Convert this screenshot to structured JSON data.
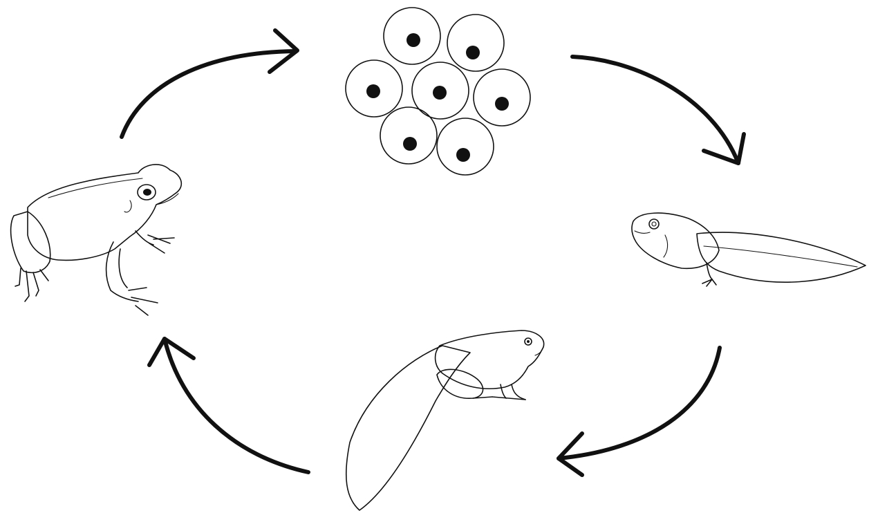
{
  "diagram": {
    "kind": "life-cycle",
    "subject": "frog",
    "stage_order": [
      "egg-cluster",
      "tadpole",
      "froglet",
      "adult-frog"
    ],
    "cycle_direction": "clockwise",
    "arrow_count": 4,
    "egg_count": 7,
    "colors": {
      "background": "#ffffff",
      "line": "#111111",
      "arrow": "#111111",
      "egg_nucleus": "#111111",
      "fill": "#ffffff"
    }
  }
}
